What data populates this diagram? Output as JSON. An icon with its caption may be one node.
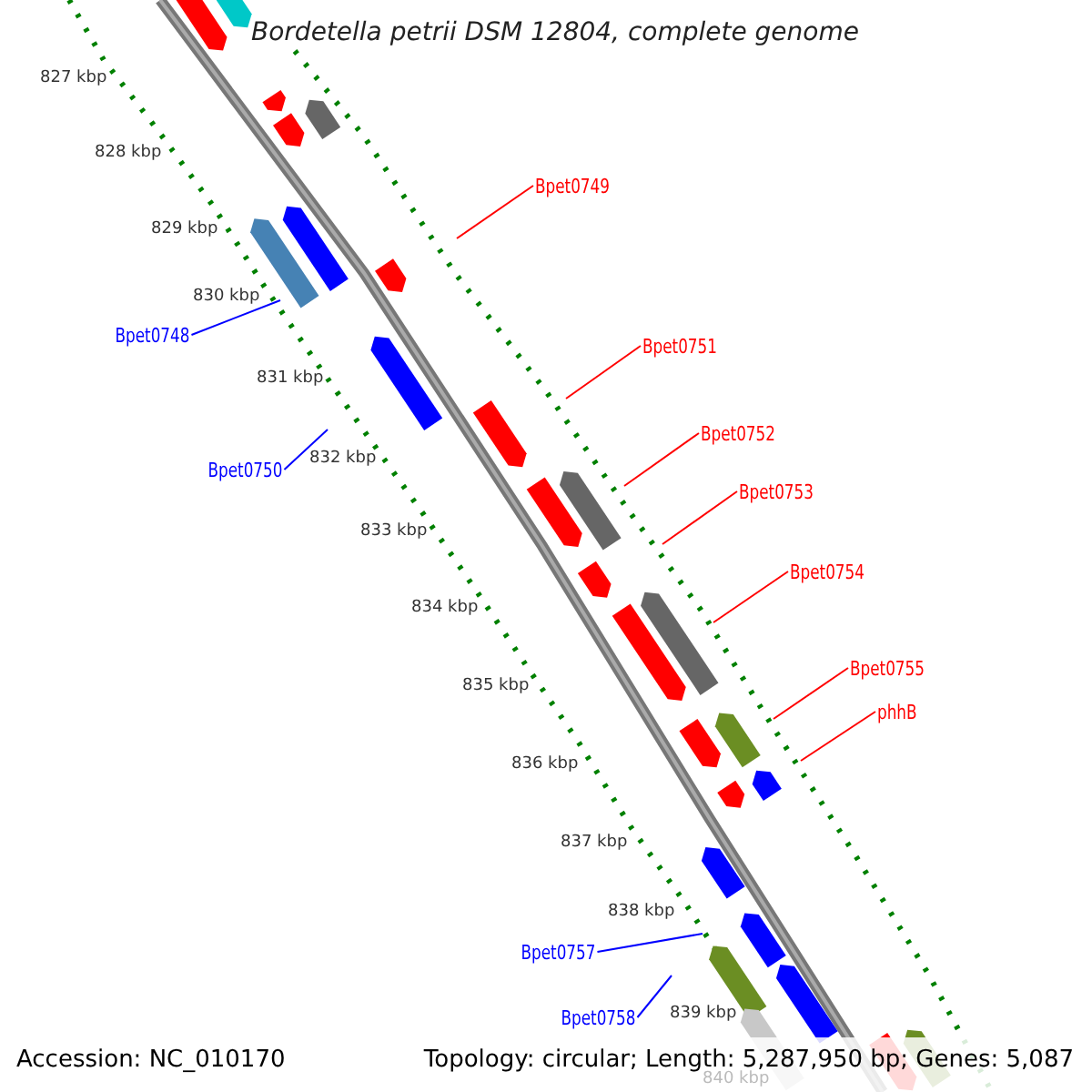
{
  "diagram": {
    "title": "Bordetella petrii DSM 12804, complete genome",
    "nodes": [
      {
        "text": [
          "Bpet0749"
        ]
      },
      {
        "text": [
          "Bpet0748"
        ]
      },
      {
        "text": [
          "Bpet0751"
        ]
      },
      {
        "text": [
          "Bpet0750"
        ]
      },
      {
        "text": [
          "Bpet0752"
        ]
      },
      {
        "text": [
          "Bpet0753"
        ]
      },
      {
        "text": [
          "Bpet0754"
        ]
      },
      {
        "text": [
          "Bpet0755"
        ]
      },
      {
        "text": [
          "phhB"
        ]
      },
      {
        "text": [
          "Bpet0757"
        ]
      },
      {
        "text": [
          "Bpet0758"
        ]
      }
    ],
    "edges": [
      {
        "from": 0,
        "to": null,
        "arrow": "none"
      },
      {
        "from": 1,
        "to": null,
        "arrow": "none",
        "color": "#0000ff"
      },
      {
        "from": 2,
        "to": null,
        "arrow": "none"
      },
      {
        "from": 3,
        "to": null,
        "arrow": "none",
        "color": "#0000ff"
      },
      {
        "from": 4,
        "to": null,
        "arrow": "none"
      },
      {
        "from": 5,
        "to": null,
        "arrow": "none"
      },
      {
        "from": 6,
        "to": null,
        "arrow": "none"
      },
      {
        "from": 7,
        "to": null,
        "arrow": "none"
      },
      {
        "from": 8,
        "to": null,
        "arrow": "none"
      },
      {
        "from": 9,
        "to": null,
        "arrow": "none",
        "color": "#0000ff"
      },
      {
        "from": 10,
        "to": null,
        "arrow": "none",
        "color": "#0000ff"
      }
    ],
    "labels": [
      "827 kbp",
      "828 kbp",
      "829 kbp",
      "830 kbp",
      "831 kbp",
      "832 kbp",
      "833 kbp",
      "834 kbp",
      "835 kbp",
      "836 kbp",
      "837 kbp",
      "838 kbp",
      "839 kbp",
      "840 kbp",
      "Accession: NC_010170",
      "Topology: circular; Length: 5,287,950 bp; Genes: 5,087"
    ]
  }
}
